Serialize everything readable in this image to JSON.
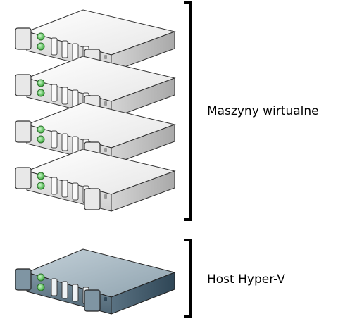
{
  "diagram": {
    "virtual_machines_label": "Maszyny wirtualne",
    "host_label": "Host Hyper-V",
    "virtual_machine_count": 4,
    "colors": {
      "vm_top": "#f6f6f6",
      "vm_front": "#d9d9d9",
      "vm_side": "#bdbdbd",
      "host_top": "#a7b7c1",
      "host_front": "#5d7382",
      "host_side": "#3f5766",
      "led": "#6fcf6f",
      "bracket": "#000000"
    }
  }
}
